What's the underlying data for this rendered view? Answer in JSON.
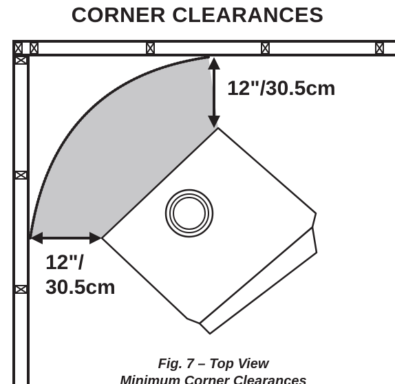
{
  "title": "CORNER CLEARANCES",
  "labels": {
    "top_clearance": "12\"/30.5cm",
    "side_clearance_line1": "12\"/",
    "side_clearance_line2": "30.5cm"
  },
  "caption": {
    "line1": "Fig. 7 – Top View",
    "line2": "Minimum Corner Clearances"
  },
  "colors": {
    "ink": "#231f20",
    "clearance_zone": "#c8c8ca",
    "background": "#ffffff"
  }
}
